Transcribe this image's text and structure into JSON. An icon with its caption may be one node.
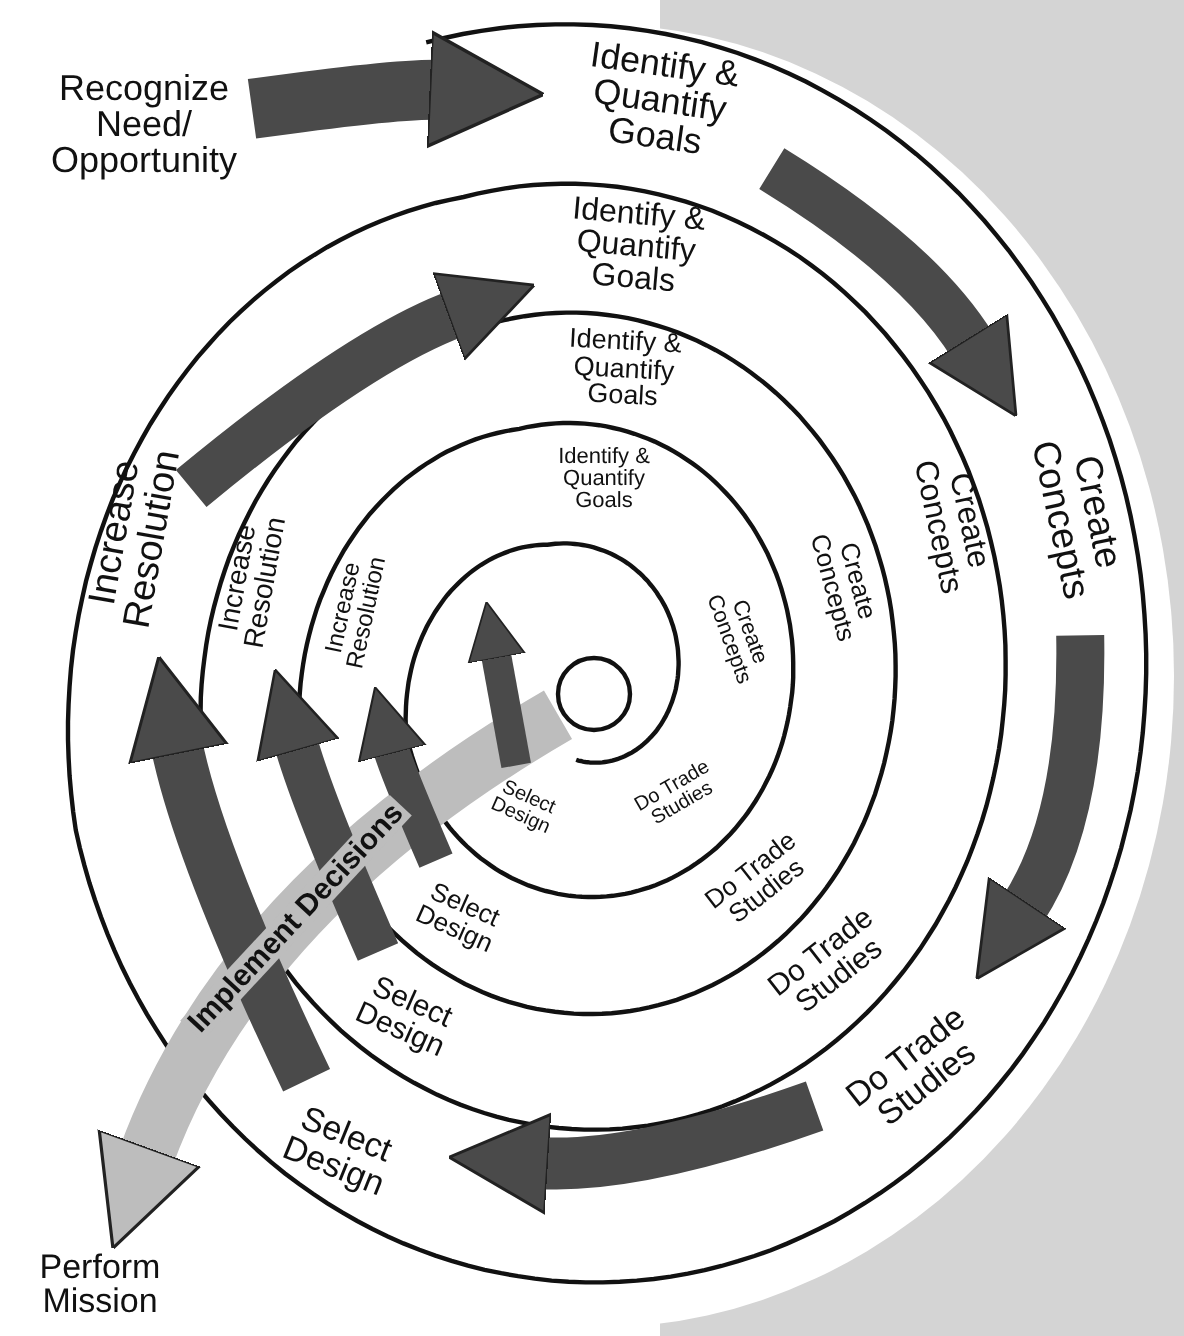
{
  "diagram": {
    "nodes": [
      {
        "text": [
          "Recognize Need/ Opportunity"
        ]
      },
      {
        "text": [
          "Identify & Quantify Goals"
        ]
      },
      {
        "text": [
          "Create Concepts"
        ]
      },
      {
        "text": [
          "Do Trade Studies"
        ]
      },
      {
        "text": [
          "Select Design"
        ]
      },
      {
        "text": [
          "Increase Resolution"
        ]
      },
      {
        "text": [
          "Identify & Quantify Goals"
        ]
      },
      {
        "text": [
          "Create Concepts"
        ]
      },
      {
        "text": [
          "Do Trade Studies"
        ]
      },
      {
        "text": [
          "Select Design"
        ]
      },
      {
        "text": [
          "Increase Resolution"
        ]
      },
      {
        "text": [
          "Identify & Quantify Goals"
        ]
      },
      {
        "text": [
          "Create Concepts"
        ]
      },
      {
        "text": [
          "Do Trade Studies"
        ]
      },
      {
        "text": [
          "Select Design"
        ]
      },
      {
        "text": [
          "Increase Resolution"
        ]
      },
      {
        "text": [
          "Identify & Quantify Goals"
        ]
      },
      {
        "text": [
          "Create Concepts"
        ]
      },
      {
        "text": [
          "Do Trade Studies"
        ]
      },
      {
        "text": [
          "Select Design"
        ]
      },
      {
        "text": [],
        "shape": "circle"
      },
      {
        "text": [
          "Perform Mission"
        ]
      }
    ],
    "edges": [
      {
        "from": 0,
        "to": 1,
        "arrow": "to"
      },
      {
        "from": 1,
        "to": 2,
        "arrow": "to"
      },
      {
        "from": 2,
        "to": 3,
        "arrow": "to"
      },
      {
        "from": 3,
        "to": 4,
        "arrow": "to"
      },
      {
        "from": 4,
        "to": 5,
        "arrow": "to"
      },
      {
        "from": 5,
        "to": 6,
        "arrow": "to"
      },
      {
        "from": 9,
        "to": 10,
        "arrow": "to"
      },
      {
        "from": 14,
        "to": 15,
        "arrow": "to"
      },
      {
        "from": 19,
        "to": null,
        "arrow": "to"
      },
      {
        "from": 20,
        "to": 21,
        "arrow": "to",
        "label": "Implement Decisions",
        "color": "#bdbdbd"
      }
    ]
  }
}
